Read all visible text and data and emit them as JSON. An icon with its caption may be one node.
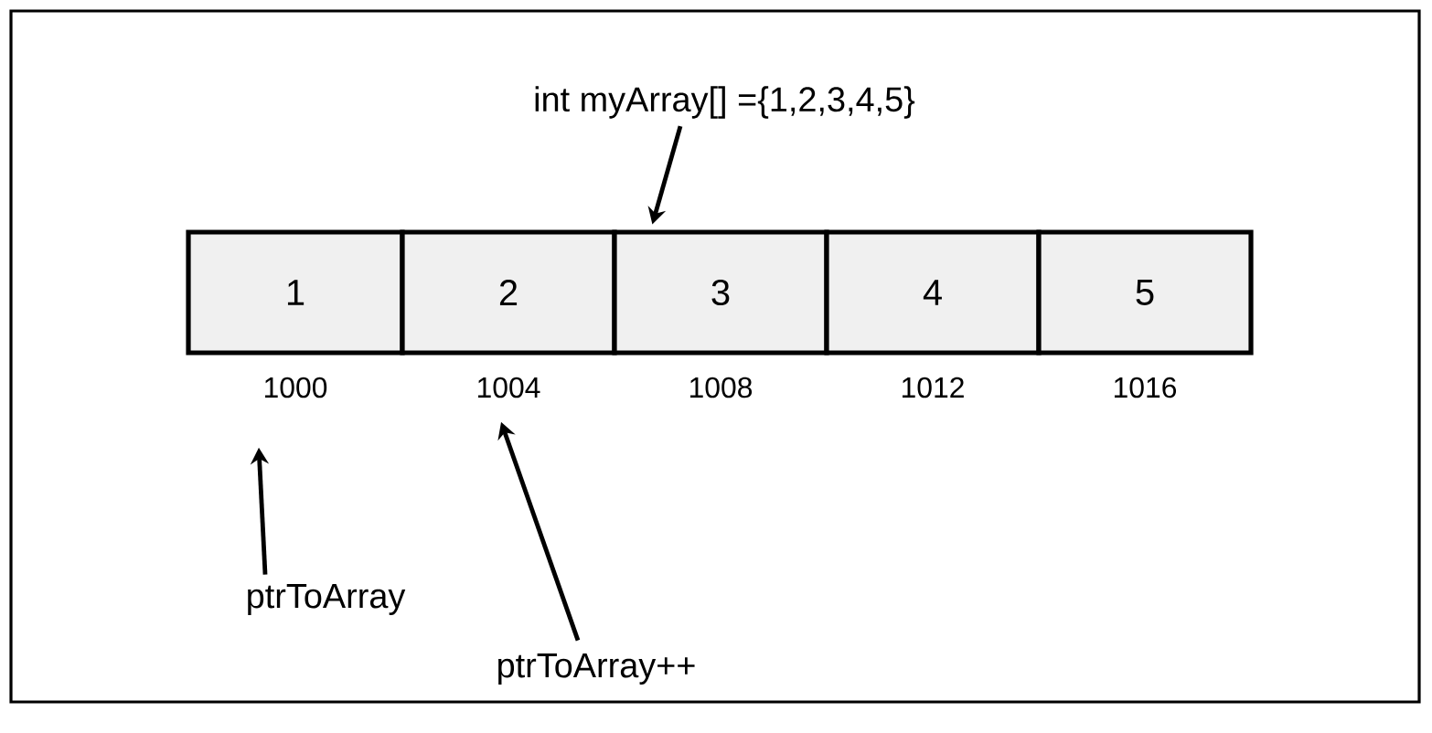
{
  "diagram": {
    "nodes": [
      {
        "text": [
          "int myArray[] ={1,2,3,4,5}"
        ]
      },
      {
        "text": [
          "1"
        ]
      },
      {
        "text": [
          "2"
        ]
      },
      {
        "text": [
          "3"
        ]
      },
      {
        "text": [
          "4"
        ]
      },
      {
        "text": [
          "5"
        ]
      },
      {
        "text": [
          "1000"
        ]
      },
      {
        "text": [
          "1004"
        ]
      },
      {
        "text": [
          "1008"
        ]
      },
      {
        "text": [
          "1012"
        ]
      },
      {
        "text": [
          "1016"
        ]
      },
      {
        "text": [
          "ptrToArray"
        ]
      },
      {
        "text": [
          "ptrToArray++"
        ]
      }
    ],
    "edges": [
      {
        "from": 0,
        "to": 3,
        "arrow": "to"
      },
      {
        "from": 11,
        "to": 6,
        "arrow": "to"
      },
      {
        "from": 12,
        "to": 7,
        "arrow": "to"
      }
    ]
  }
}
